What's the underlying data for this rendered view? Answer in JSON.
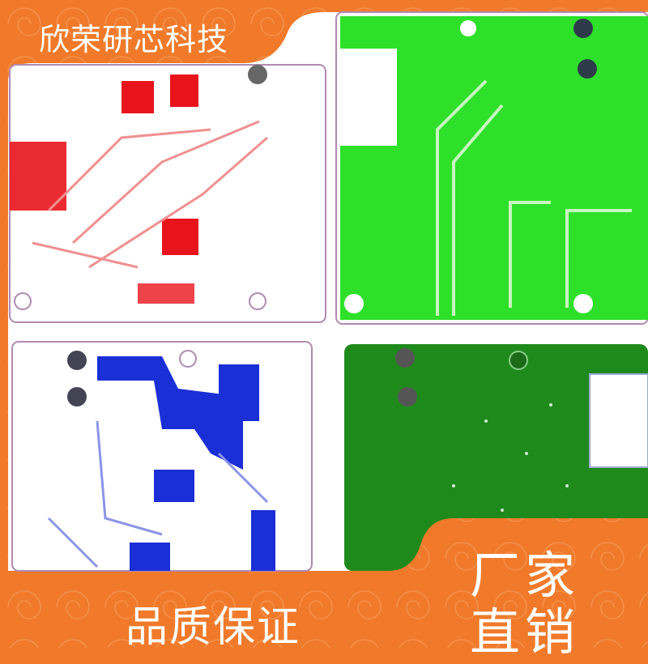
{
  "brand": {
    "name": "欣荣研芯科技"
  },
  "slogans": {
    "factory": "厂家",
    "direct": "直销",
    "quality": "品质保证"
  },
  "colors": {
    "background": "#f07a2a",
    "red_layer": "#e8141c",
    "bright_green_layer": "#2ee02a",
    "blue_layer": "#1a2fd6",
    "dark_green_layer": "#1f8a1c"
  },
  "panels": [
    {
      "name": "red-pcb-layout"
    },
    {
      "name": "bright-green-pcb-layout"
    },
    {
      "name": "blue-pcb-layout"
    },
    {
      "name": "dark-green-pcb-layout"
    }
  ]
}
